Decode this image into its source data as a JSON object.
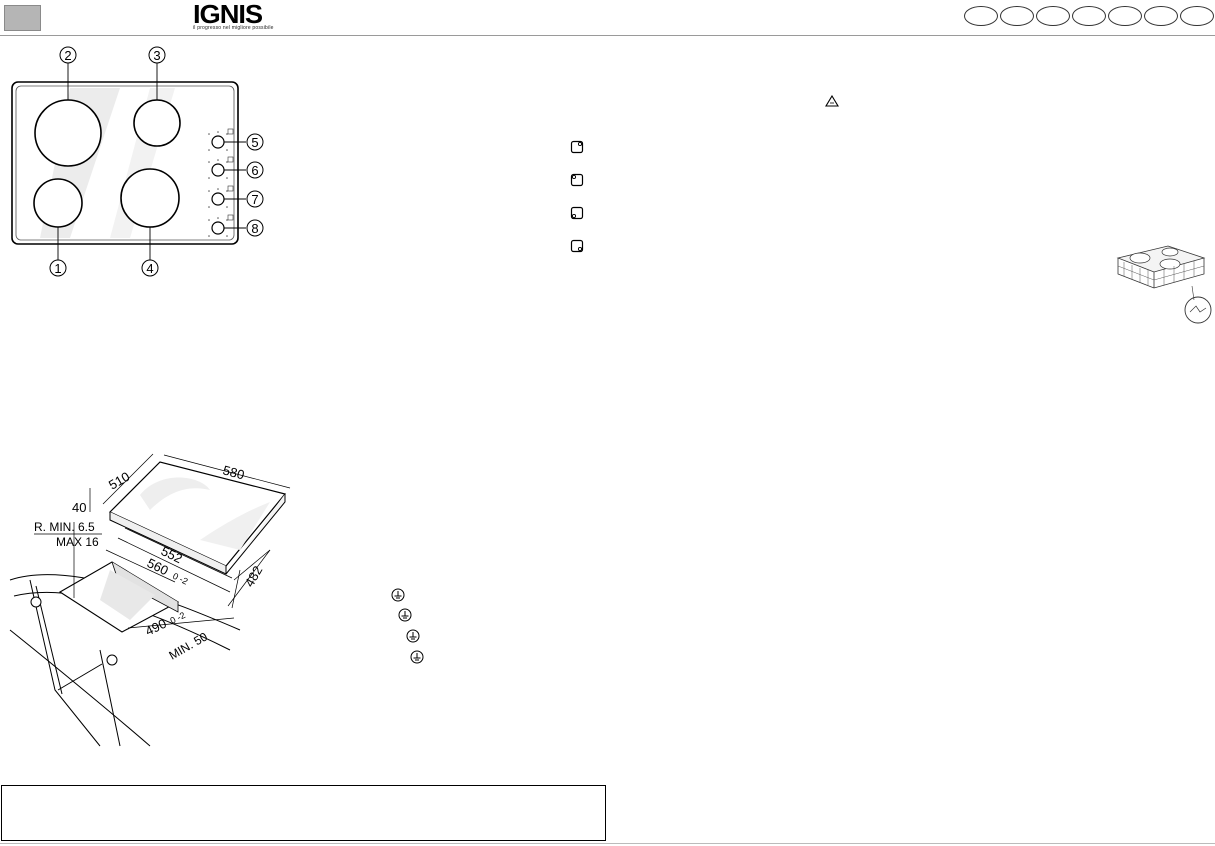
{
  "header": {
    "logo_text": "IGNIS",
    "logo_tagline": "il progresso nel migliore possibile",
    "language_ovals": 7
  },
  "hob_diagram": {
    "callouts": [
      "1",
      "2",
      "3",
      "4",
      "5",
      "6",
      "7",
      "8"
    ]
  },
  "dimensions": {
    "width_580": "580",
    "depth_510": "510",
    "height_40": "40",
    "r_min": "R. MIN. 6.5",
    "max": "MAX 16",
    "cut_552": "552",
    "cut_560": "560",
    "tol_560": "0 -2",
    "cut_490": "490",
    "tol_490": "0 -2",
    "depth_482": "482",
    "min_50": "MIN. 50"
  },
  "icons": {
    "recycle": "recycle-icon",
    "hob_position": [
      "zone-rear-right-icon",
      "zone-front-left-icon",
      "zone-front-right-icon",
      "zone-rear-left-icon"
    ],
    "earth": [
      "earth-icon",
      "earth-icon",
      "earth-icon",
      "earth-icon"
    ]
  }
}
